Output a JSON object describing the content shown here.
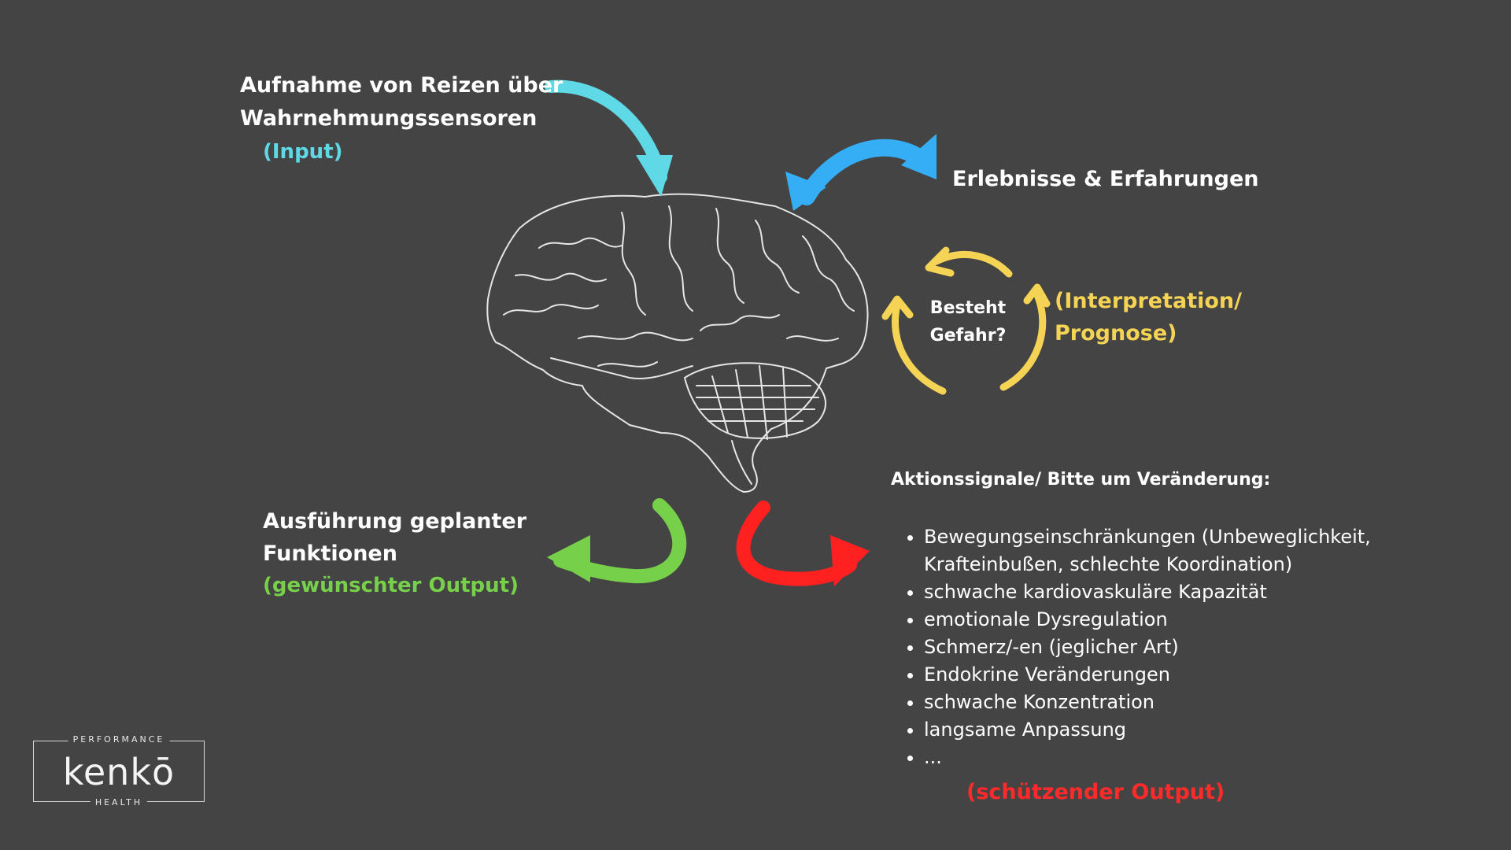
{
  "input": {
    "title": "Aufnahme von Reizen über Wahrnehmungssensoren",
    "tag": "(Input)"
  },
  "experiences": {
    "title": "Erlebnisse & Erfahrungen"
  },
  "danger": {
    "question": "Besteht Gefahr?"
  },
  "interpretation": {
    "label": "(Interpretation/ Prognose)"
  },
  "execution": {
    "title": "Ausführung geplanter Funktionen",
    "tag": "(gewünschter Output)"
  },
  "action": {
    "title": "Aktionssignale/ Bitte um Veränderung:",
    "items": [
      "Bewegungseinschränkungen (Unbeweglichkeit, Krafteinbußen, schlechte Koordination)",
      "schwache kardiovaskuläre Kapazität",
      "emotionale Dysregulation",
      "Schmerz/-en (jeglicher Art)",
      "Endokrine Veränderungen",
      "schwache Konzentration",
      "langsame Anpassung",
      "..."
    ],
    "tag": "(schützender Output)"
  },
  "logo": {
    "top": "PERFORMANCE",
    "name": "kenkō",
    "bottom": "HEALTH"
  },
  "colors": {
    "background": "#444444",
    "input": "#5fd9e6",
    "experience": "#36aef5",
    "interpretation": "#f5d354",
    "execution": "#77d04a",
    "protective": "#ff2020"
  },
  "icons": [
    "brain-icon",
    "input-arrow-icon",
    "experience-arrow-icon",
    "cycle-arrows-icon",
    "execution-arrow-icon",
    "protective-arrow-icon"
  ]
}
